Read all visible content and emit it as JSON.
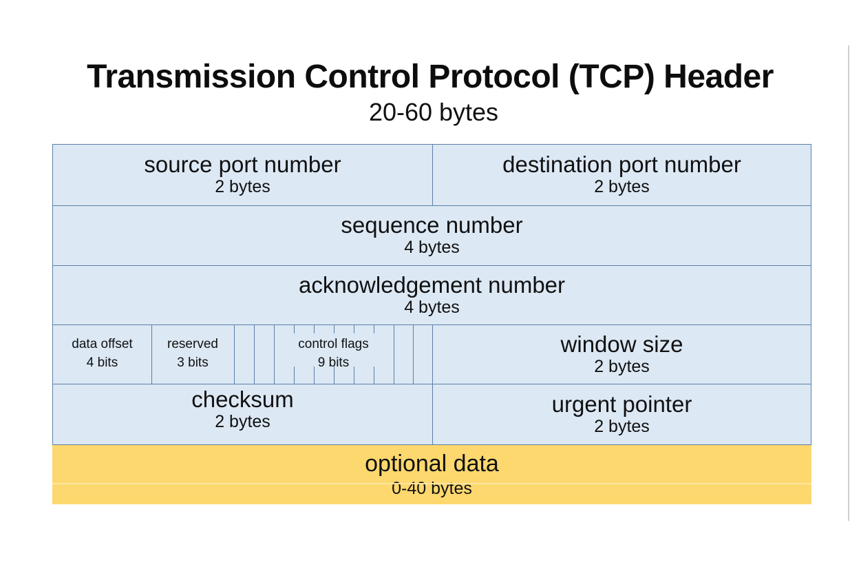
{
  "title": "Transmission Control Protocol (TCP) Header",
  "subtitle": "20-60 bytes",
  "fields": {
    "source_port": {
      "name": "source port number",
      "size": "2 bytes"
    },
    "destination_port": {
      "name": "destination port number",
      "size": "2 bytes"
    },
    "sequence": {
      "name": "sequence number",
      "size": "4 bytes"
    },
    "acknowledgement": {
      "name": "acknowledgement number",
      "size": "4 bytes"
    },
    "data_offset": {
      "name": "data offset",
      "size": "4 bits"
    },
    "reserved": {
      "name": "reserved",
      "size": "3 bits"
    },
    "control_flags": {
      "name": "control flags",
      "size": "9 bits"
    },
    "window_size": {
      "name": "window size",
      "size": "2 bytes"
    },
    "checksum": {
      "name": "checksum",
      "size": "2 bytes"
    },
    "urgent_pointer": {
      "name": "urgent pointer",
      "size": "2 bytes"
    },
    "optional_data": {
      "name": "optional data",
      "size": "0-40 bytes"
    }
  },
  "colors": {
    "header_fill": "#dce8f4",
    "border": "#5b7fa6",
    "optional_fill": "#fdd86e"
  }
}
